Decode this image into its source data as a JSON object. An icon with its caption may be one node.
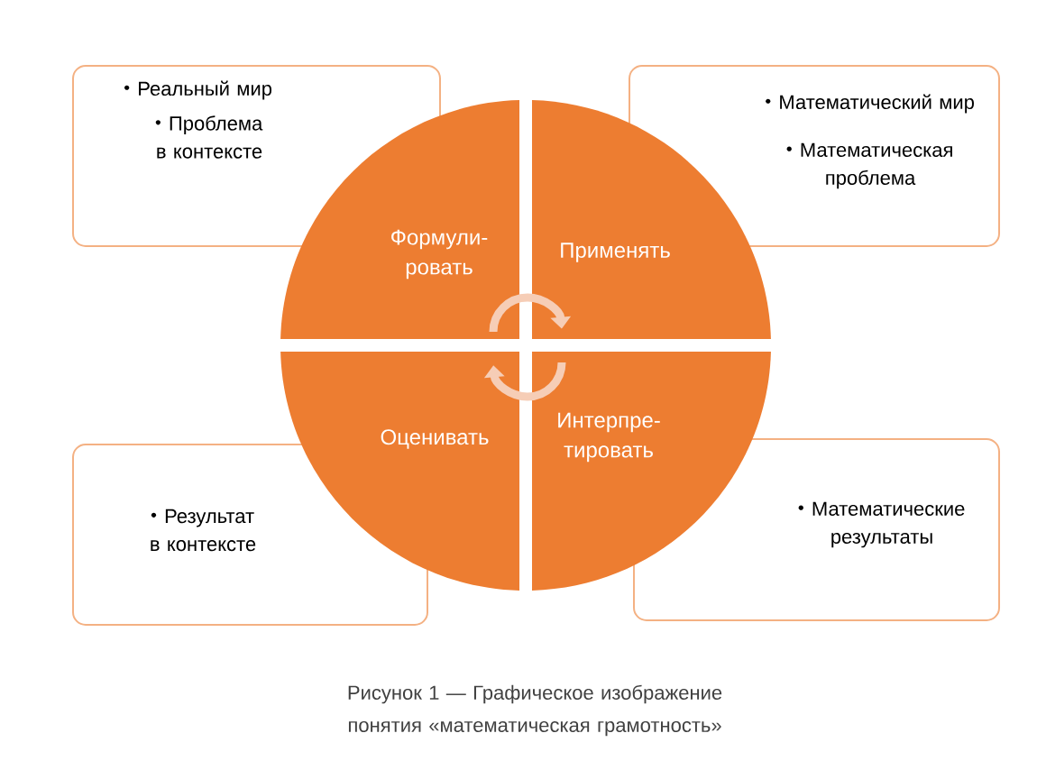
{
  "diagram": {
    "caption": "Рисунок 1 — Графическое изображение понятия «математическая грамотность»",
    "nodes": [
      {
        "text": [
          "Реальный мир",
          "Проблема в контексте"
        ]
      },
      {
        "text": [
          "Математический мир",
          "Математическая проблема"
        ]
      },
      {
        "text": [
          "Формули- ровать"
        ]
      },
      {
        "text": [
          "Применять"
        ]
      },
      {
        "text": [
          "Оценивать"
        ]
      },
      {
        "text": [
          "Интерпре- тировать"
        ]
      },
      {
        "text": [
          "Результат в контексте"
        ]
      },
      {
        "text": [
          "Математические результаты"
        ]
      }
    ],
    "edges": [
      {
        "from": 2,
        "to": 3,
        "arrow": "to"
      },
      {
        "from": 5,
        "to": 4,
        "arrow": "to"
      }
    ]
  }
}
